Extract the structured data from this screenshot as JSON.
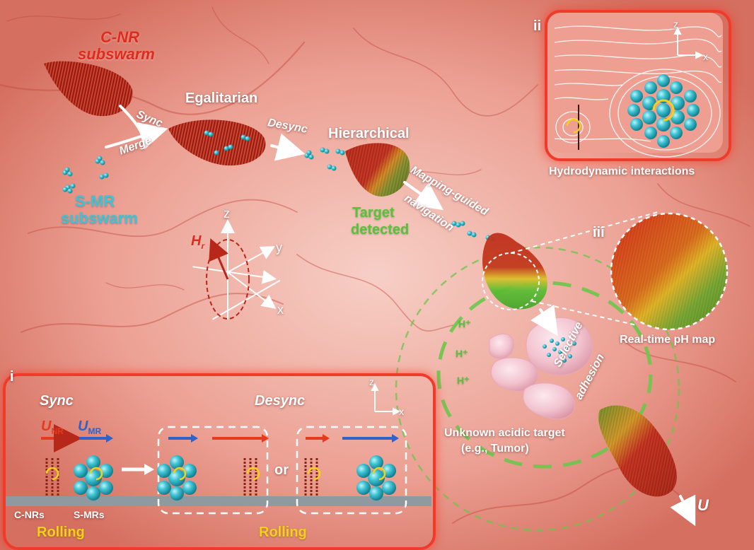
{
  "labels": {
    "cnr_line1": "C-NR",
    "cnr_line2": "subswarm",
    "smr_line1": "S-MR",
    "smr_line2": "subswarm",
    "sync": "Sync",
    "merge": "Merge",
    "egalitarian": "Egalitarian",
    "desync": "Desync",
    "hierarchical": "Hierarchical",
    "target_line1": "Target",
    "target_line2": "detected",
    "mapping_line1": "Mapping-guided",
    "mapping_line2": "navigation",
    "selective_line1": "Selective",
    "selective_line2": "adhesion",
    "unknown_line1": "Unknown acidic target",
    "unknown_line2": "(e.g., Tumor)",
    "ph_map": "Real-time pH map",
    "hydro": "Hydrodynamic interactions",
    "u_label": "U",
    "h_symbol": "H",
    "h_sub": "r",
    "hplus": "H⁺"
  },
  "axes": {
    "z": "z",
    "y": "y",
    "x": "x"
  },
  "panel_tags": {
    "i": "i",
    "ii": "ii",
    "iii": "iii"
  },
  "panel_i": {
    "sync": "Sync",
    "desync": "Desync",
    "u_nr": "U",
    "u_nr_sub": "NR",
    "u_mr": "U",
    "u_mr_sub": "MR",
    "or": "or",
    "cnrs": "C-NRs",
    "smrs": "S-MRs",
    "rolling1": "Rolling",
    "rolling2": "Rolling",
    "axis_z": "z",
    "axis_x": "x"
  },
  "panel_ii": {
    "axis_z": "z",
    "axis_x": "x"
  },
  "colors": {
    "red_swarm": "#c0301e",
    "cyan_mr": "#3ec3d4",
    "green_ph": "#59c23a",
    "yellow_ph": "#e6d22a",
    "panel_border": "#f03a2a",
    "blue_arrow": "#2f63c9"
  }
}
